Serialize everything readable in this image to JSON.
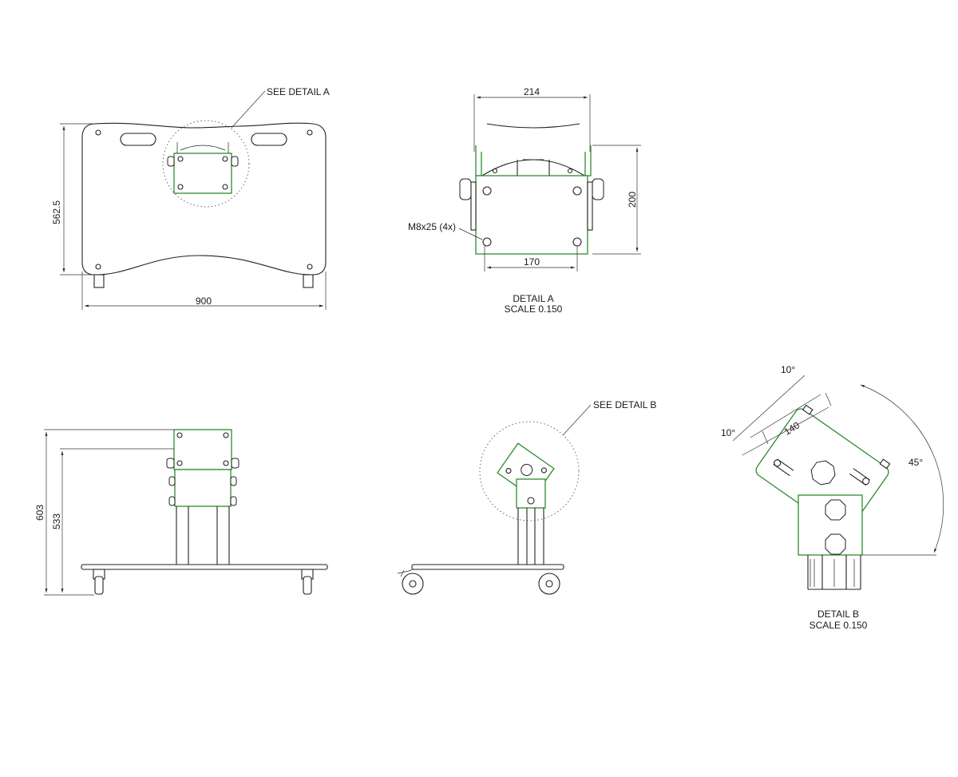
{
  "top_view": {
    "see_detail_a": "SEE DETAIL  A",
    "dim_height": "562.5",
    "dim_width": "900"
  },
  "detail_a": {
    "dim_top": "214",
    "dim_right": "200",
    "dim_bottom": "170",
    "bolt_note": "M8x25 (4x)",
    "title": "DETAIL  A",
    "scale": "SCALE  0.150"
  },
  "side_view": {
    "dim_outer": "603",
    "dim_inner": "533"
  },
  "tilt_view": {
    "see_detail_b": "SEE DETAIL  B"
  },
  "detail_b": {
    "angle_top": "10°",
    "angle_left": "10°",
    "dim_length": "140",
    "angle_right": "45°",
    "title": "DETAIL  B",
    "scale": "SCALE  0.150"
  }
}
